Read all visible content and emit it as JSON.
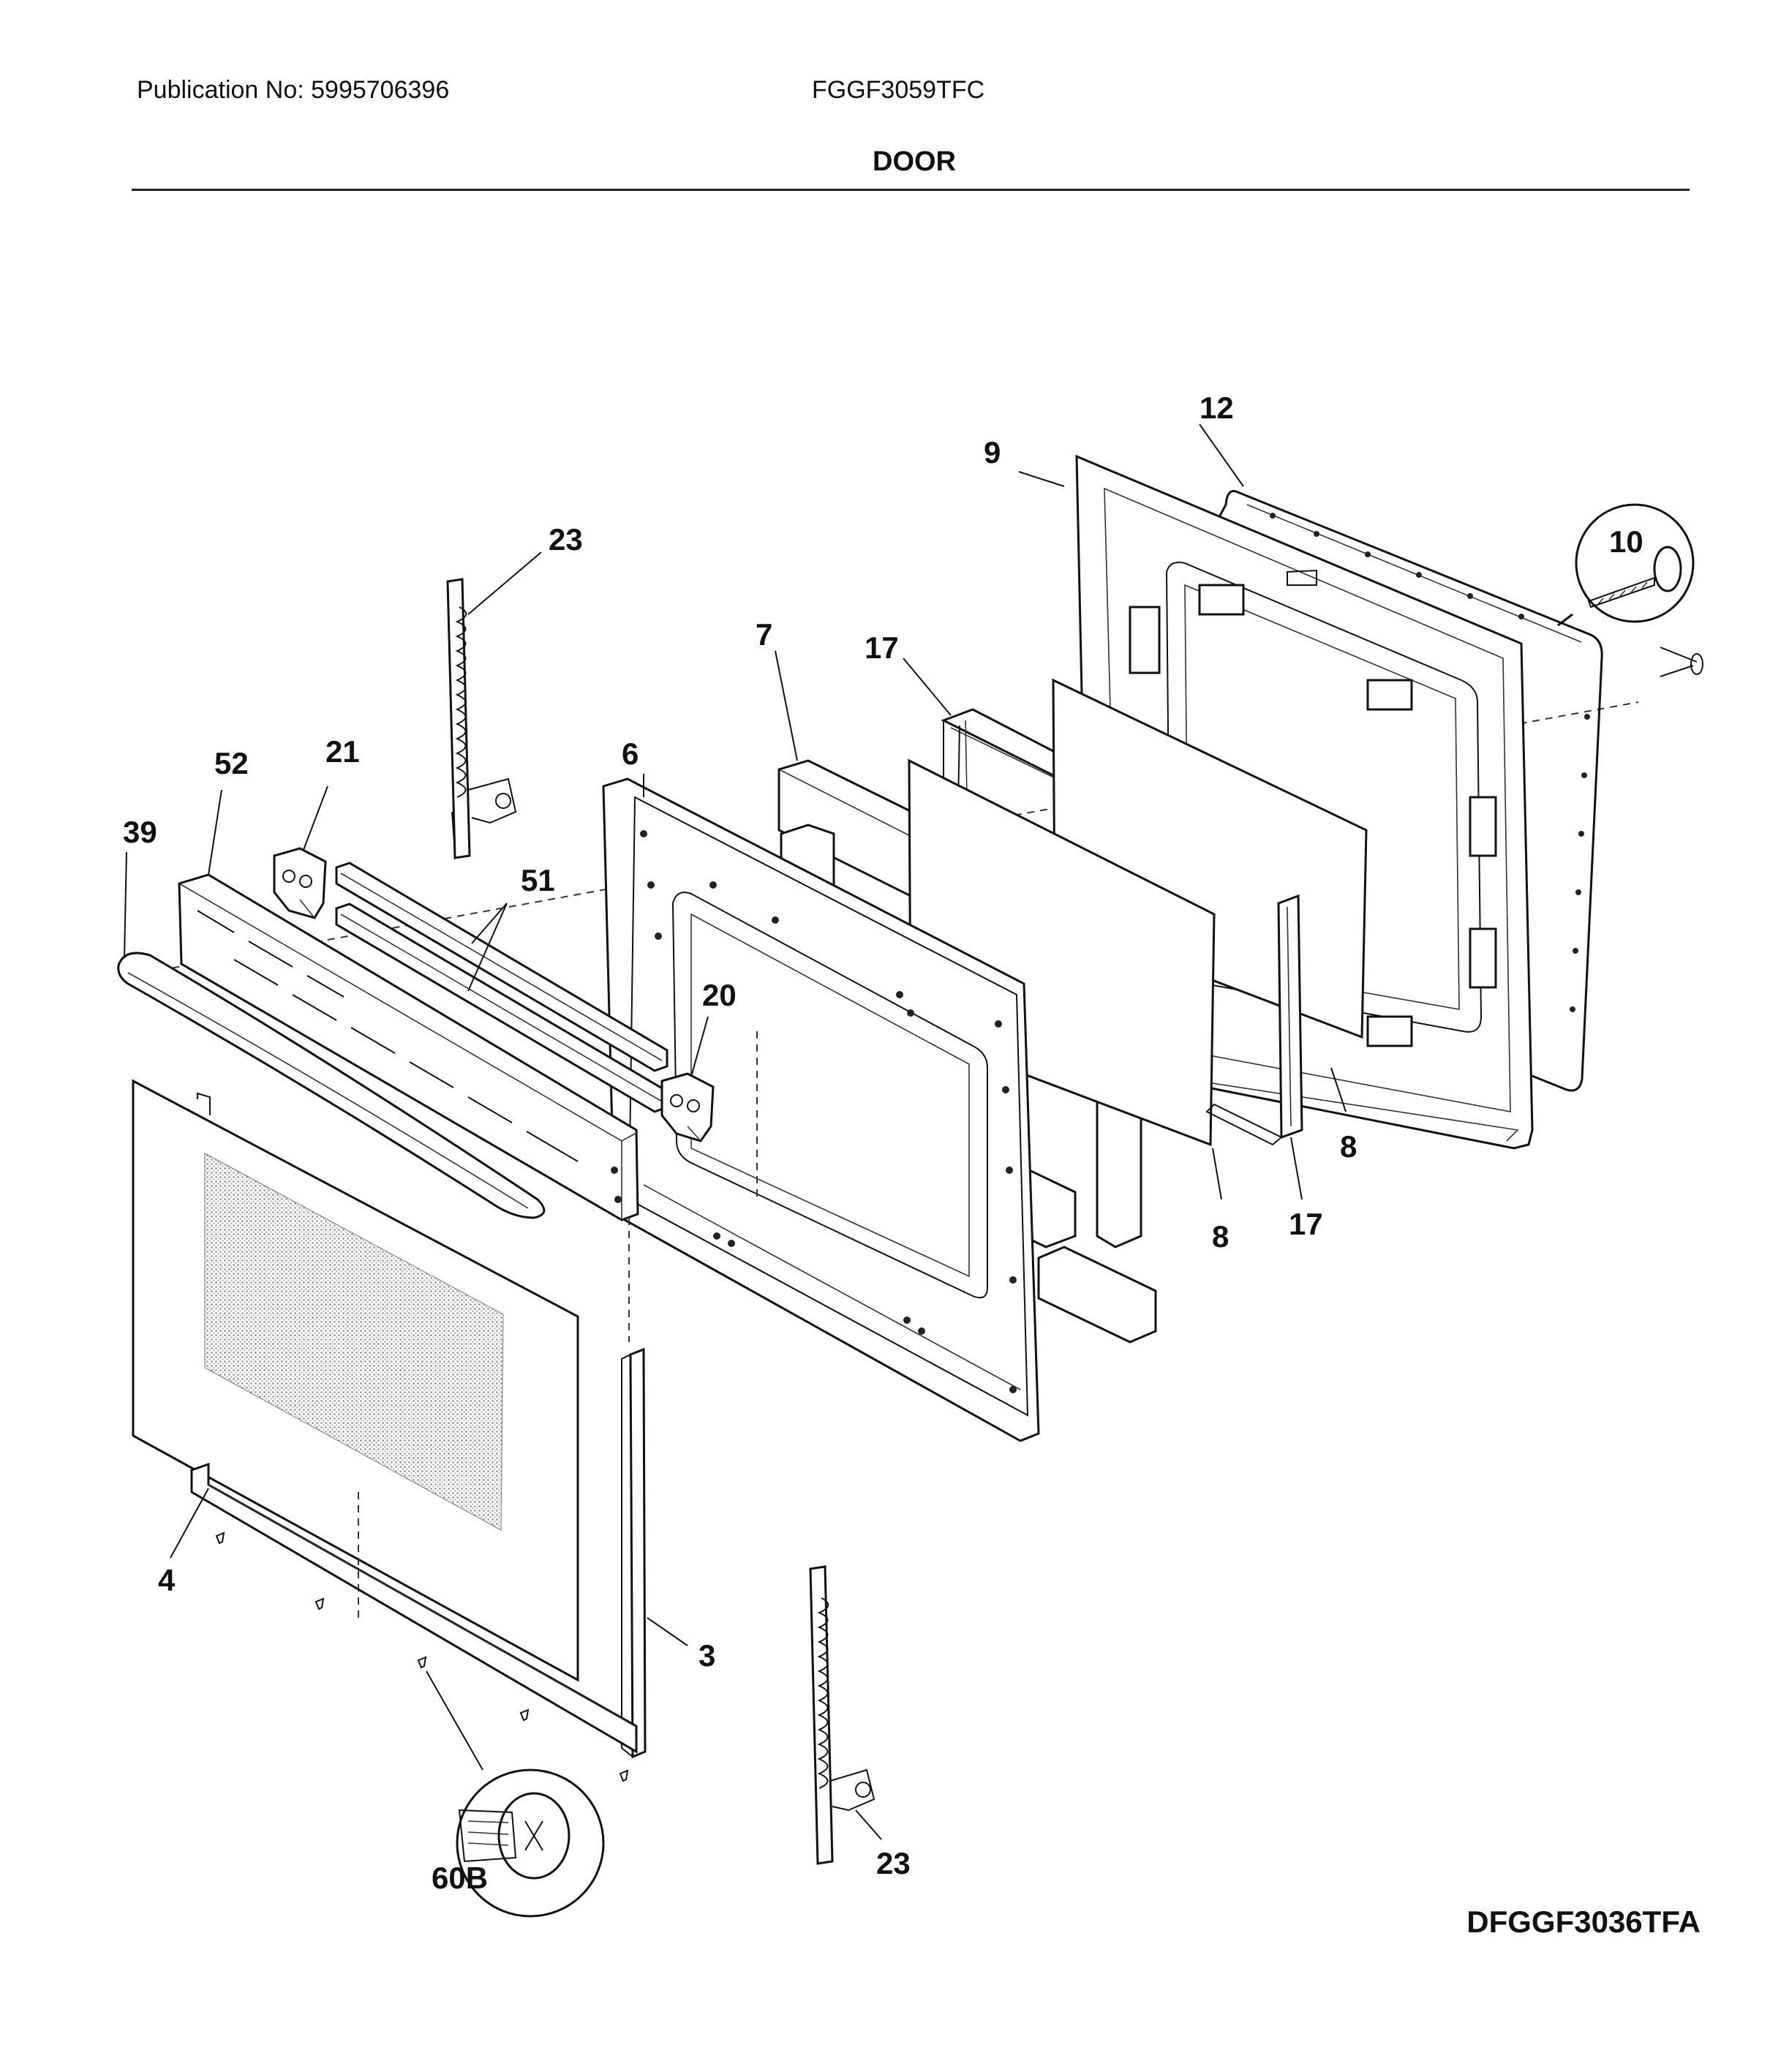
{
  "header": {
    "publication": "Publication No: 5995706396",
    "model": "FGGF3059TFC",
    "section": "DOOR"
  },
  "diagram_code": "DFGGF3036TFA",
  "callouts": {
    "c12": "12",
    "c9": "9",
    "c10": "10",
    "c23_top": "23",
    "c7": "7",
    "c17_top": "17",
    "c6": "6",
    "c52": "52",
    "c21": "21",
    "c39": "39",
    "c51": "51",
    "c20": "20",
    "c8_right": "8",
    "c8_left": "8",
    "c17_bottom": "17",
    "c4": "4",
    "c3": "3",
    "c60b": "60B",
    "c23_bottom": "23"
  },
  "colors": {
    "line": "#111111",
    "background": "#ffffff",
    "glass_texture": "#9a9a9a"
  }
}
